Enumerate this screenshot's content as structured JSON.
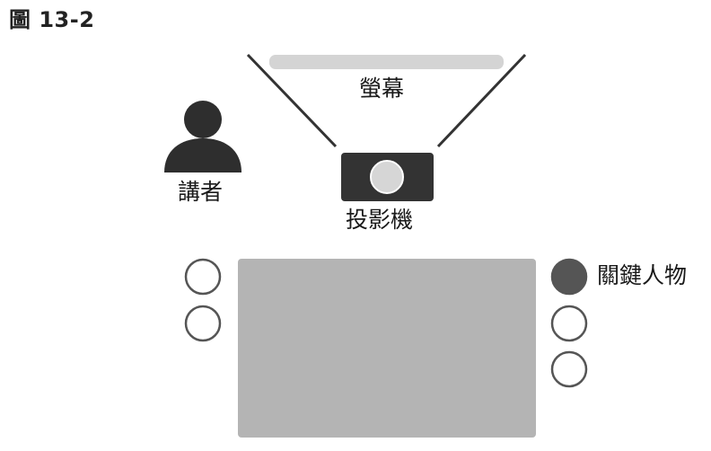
{
  "figure": {
    "title": "圖 13-2"
  },
  "labels": {
    "screen": "螢幕",
    "speaker": "講者",
    "projector": "投影機",
    "key_person": "關鍵人物"
  },
  "seats": {
    "left": [
      "empty",
      "empty"
    ],
    "right": [
      "key-person",
      "empty",
      "empty"
    ]
  },
  "colors": {
    "screen": "#d4d4d4",
    "projection_lines": "#333333",
    "speaker": "#2e2e2e",
    "projector_body": "#333333",
    "projector_lens": "#d6d6d6",
    "table": "#b4b4b4",
    "seat_outline": "#555555",
    "key_person_fill": "#555555"
  }
}
